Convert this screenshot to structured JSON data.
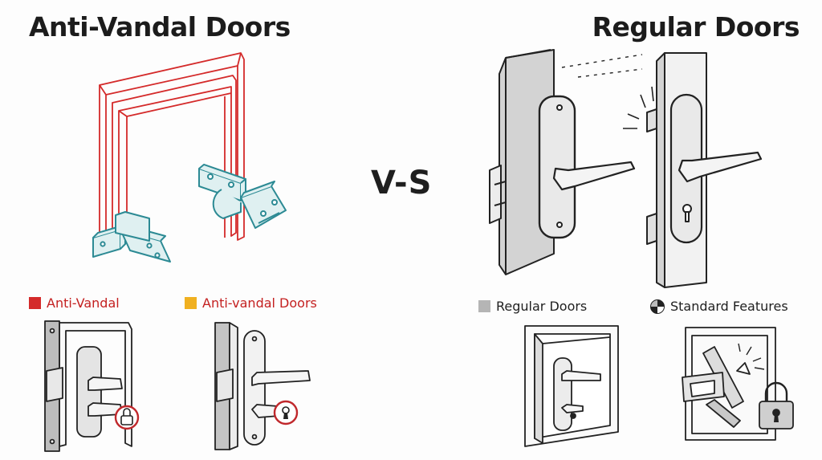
{
  "left": {
    "title": "Anti-Vandal Doors"
  },
  "right": {
    "title": "Regular Doors"
  },
  "vs_label": "V-S",
  "legend": [
    {
      "label": "Anti-Vandal",
      "color": "#d42a2a"
    },
    {
      "label": "Anti-vandal Doors",
      "color": "#f0b020"
    },
    {
      "label": "Regular Doors",
      "color": "#b5b5b5"
    },
    {
      "label": "Standard Features",
      "color": "#222222"
    }
  ],
  "colors": {
    "frame": "#d42a2a",
    "hinge": "#2c8a94",
    "hinge_fill": "#dff0f1",
    "door_grey": "#c9c9c9",
    "lock_circle": "#c0282c"
  }
}
